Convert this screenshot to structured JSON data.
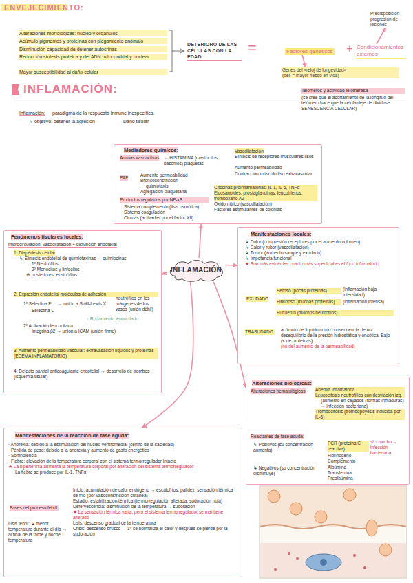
{
  "diagram": {
    "title": "ENVEJECIMIENTO:",
    "nodes": [
      {
        "text": [
          "DETERIORO DE LAS CÉLULAS CON LA EDAD"
        ]
      },
      {
        "text": [
          "Factores genéticos"
        ]
      },
      {
        "text": [
          "Condicionamientos externos"
        ]
      },
      {
        "text": [
          "Predisposición progresión de lesiones"
        ]
      },
      {
        "text": [
          "Genes del «reloj de longevidad»",
          "(del. = mayor riesgo en vida)"
        ]
      },
      {
        "text": [
          "INFLAMACIÓN"
        ]
      },
      {
        "text": [
          "Mediadores químicos:",
          "Aminas vasoactivas",
          "→ HISTAMINA (mastocitos, basófilos) plaquetas",
          "Vasodilatación",
          "Síntesis de receptores musculares lisos",
          "Aumento permeabilidad",
          "Contracción músculo liso extravascular",
          "PAF",
          "Aumento permeabilidad",
          "Broncoconstricción",
          "quimiotaxis",
          "Agregación plaquetaria",
          "Productos regulados por NF-κB",
          "Citocinas proinflamatorias: IL-1, IL-6, TNFα",
          "Eicosanoides: prostaglandinas, leucotrienos, tromboxano A2",
          "Óxido nítrico (vasodilatación)",
          "Factores estimulantes de colonias",
          "Sistema complemento (lisis osmótica)",
          "Sistema coagulación",
          "Cininas (activadas por el factor XII)"
        ]
      },
      {
        "text": [
          "Fenómenos tisulares locales:",
          "microcirculación: vasodilatación + disfunción endotelial",
          "1. Diapédesis celular",
          "↳ Síntesis endotelial de quimiotaxinas → quimiocinas",
          "1º Neutrófilos",
          "2º Monocitos y linfocitos",
          "⊕ posteriores: eosinófilos",
          "2. Expresión endotelial moléculas de adhesión",
          "1º Selectina E",
          "→ unión a Sialil-Lewis X",
          "Selectina L",
          "neutrófilos en los márgenes de los vasos (unión débil)",
          "↓ Rodamiento leucocitario",
          "2º Activación leucocitaria",
          "Integrina β2 → unión a ICAM (unión firme)",
          "3. Aumento permeabilidad vascular: extravasación líquidos y proteínas (EDEMA INFLAMATORIO)",
          "4. Defecto parcial anticoagulante endotelial → desarrollo de trombos (isquemia tisular)"
        ]
      },
      {
        "text": [
          "Manifestaciones locales:",
          "↳ Dolor (compresión receptores por el aumento volumen)",
          "↳ Calor y rubor (vasodilatación)",
          "↳ Tumor (aumento sangre y exudado)",
          "↳ Impotencia funcional",
          "★ Son más evidentes cuanto más superficial es el foco inflamatorio",
          "EXUDADO",
          "Seroso (pocas proteínas)",
          "(inflamación baja intensidad)",
          "Fibrinoso (muchas proteínas)",
          "(inflamación intensa)",
          "Purulento (muchos neutrófilos)",
          "TRASUDADO:",
          "acúmulo de líquido como consecuencia de un desequilibrio de la presión hidrostática y oncótica. Bajo (< de proteínas)",
          "(no del aumento de la permeabilidad)"
        ]
      },
      {
        "text": [
          "Alteraciones biológicas:",
          "Alteraciones hematológicas:",
          "Anemia inflamatoria",
          "Leucocitosis neutrofílica con desviación izq.",
          "(aumento en cayados (formas inmaduras) → infección bacteriana)",
          "Trombocitosis (trombopoyesis inducida por IL-6)",
          "Reactantes de fase aguda:",
          "↳ Positivos (su concentración aumenta)",
          "PCR (proteína C reactiva)",
          "si ↑ mucho → infección bacteriana",
          "Fibrinógeno",
          "Complemento",
          "↳ Negativos (su concentración disminuye)",
          "Albúmina",
          "Transferrina",
          "Prealbúmina"
        ]
      },
      {
        "text": [
          "Manifestaciones de la reacción de fase aguda:",
          "· Anorexia: debido a la estimulación del núcleo ventromedial (centro de la saciedad)",
          "· Pérdida de peso: debido a la anorexia y aumento de gasto energético",
          "· Somnolencia",
          "· Fiebre: elevación de la temperatura corporal con el sistema termorregulador intacto",
          "★ La hipertermia aumenta la temperatura corporal por alteración del sistema termorregulador",
          "La fiebre se produce por IL-1, TNFα",
          "Fases del proceso febril:",
          "Inicio: acumulación de calor endógeno → escalofríos, palidez, sensación térmica de frío (por vasoconstricción cutánea)",
          "Estadio: estabilización térmica (termorregulación alterada, sudoración nula)",
          "Defervescencia: disminución de la temperatura → sudoración",
          "★ La sensación térmica varía, pero el sistema termorregulador se mantiene alterado",
          "Lisis: descenso gradual de la temperatura",
          "Crisis: descenso brusco → 1º se normaliza el calor y después se pierde por la sudoración",
          "Lisis febril: ↳ menor temperatura durante el día → al final de la tarde y noche ↑ temperatura"
        ]
      }
    ],
    "edges": [
      {
        "from": 1,
        "to": 4,
        "arrow": "to"
      },
      {
        "from": 2,
        "to": 3,
        "arrow": "to"
      },
      {
        "from": 5,
        "to": 6,
        "arrow": "to"
      },
      {
        "from": 5,
        "to": 7,
        "arrow": "to"
      },
      {
        "from": 5,
        "to": 8,
        "arrow": "to"
      },
      {
        "from": 5,
        "to": 9,
        "arrow": "to"
      },
      {
        "from": 5,
        "to": 10,
        "arrow": "to"
      }
    ],
    "labels": [
      "Alteraciones morfológicas: núcleo y orgánulos",
      "Acúmulo pigmentos y proteínas con plegamiento anómalo",
      "Disminución capacidad de detener autocrinas",
      "Reducción síntesis proteica y del ADN mitocondrial y nuclear",
      "Mayor susceptibilidad al daño celular",
      "=",
      "+",
      "Telómeros y actividad telomerasa",
      "(se cree que el acortamiento de la longitud del telómero hace que la célula deje de dividirse: SENESCENCIA CELULAR)",
      "INFLAMACIÓN:",
      "Inflamación:",
      "paradigma de la respuesta inmune inespecífica.",
      "↳ objetivo: detener la agresión",
      "→ Daño tisular"
    ]
  }
}
